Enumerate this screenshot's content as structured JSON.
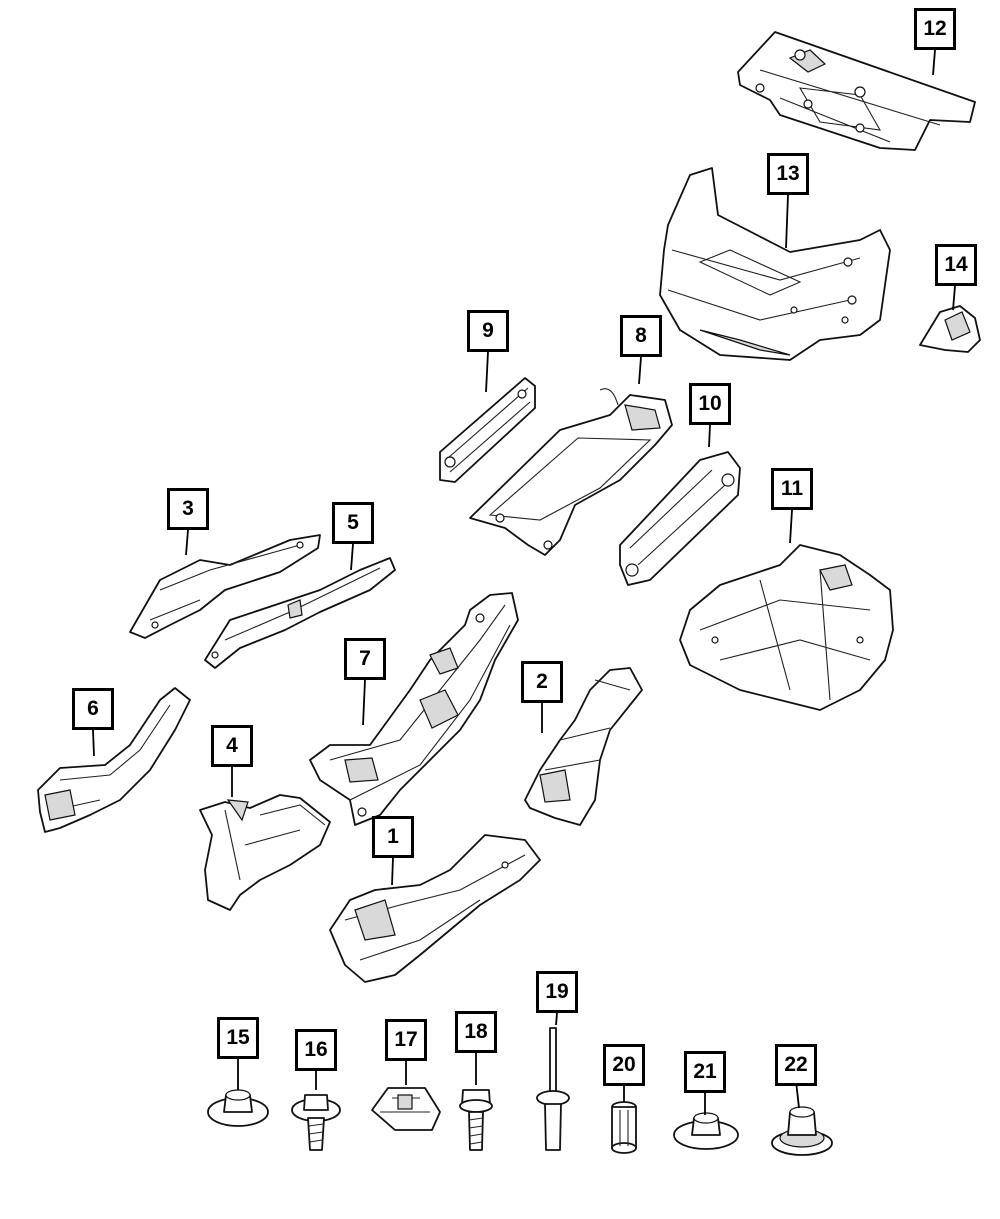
{
  "diagram": {
    "callouts": [
      "1",
      "2",
      "3",
      "4",
      "5",
      "6",
      "7",
      "8",
      "9",
      "10",
      "11",
      "12",
      "13",
      "14",
      "15",
      "16",
      "17",
      "18",
      "19",
      "20",
      "21",
      "22"
    ]
  },
  "colors": {
    "line": "#111111",
    "background": "#ffffff",
    "shade": "#d9d9d9"
  }
}
